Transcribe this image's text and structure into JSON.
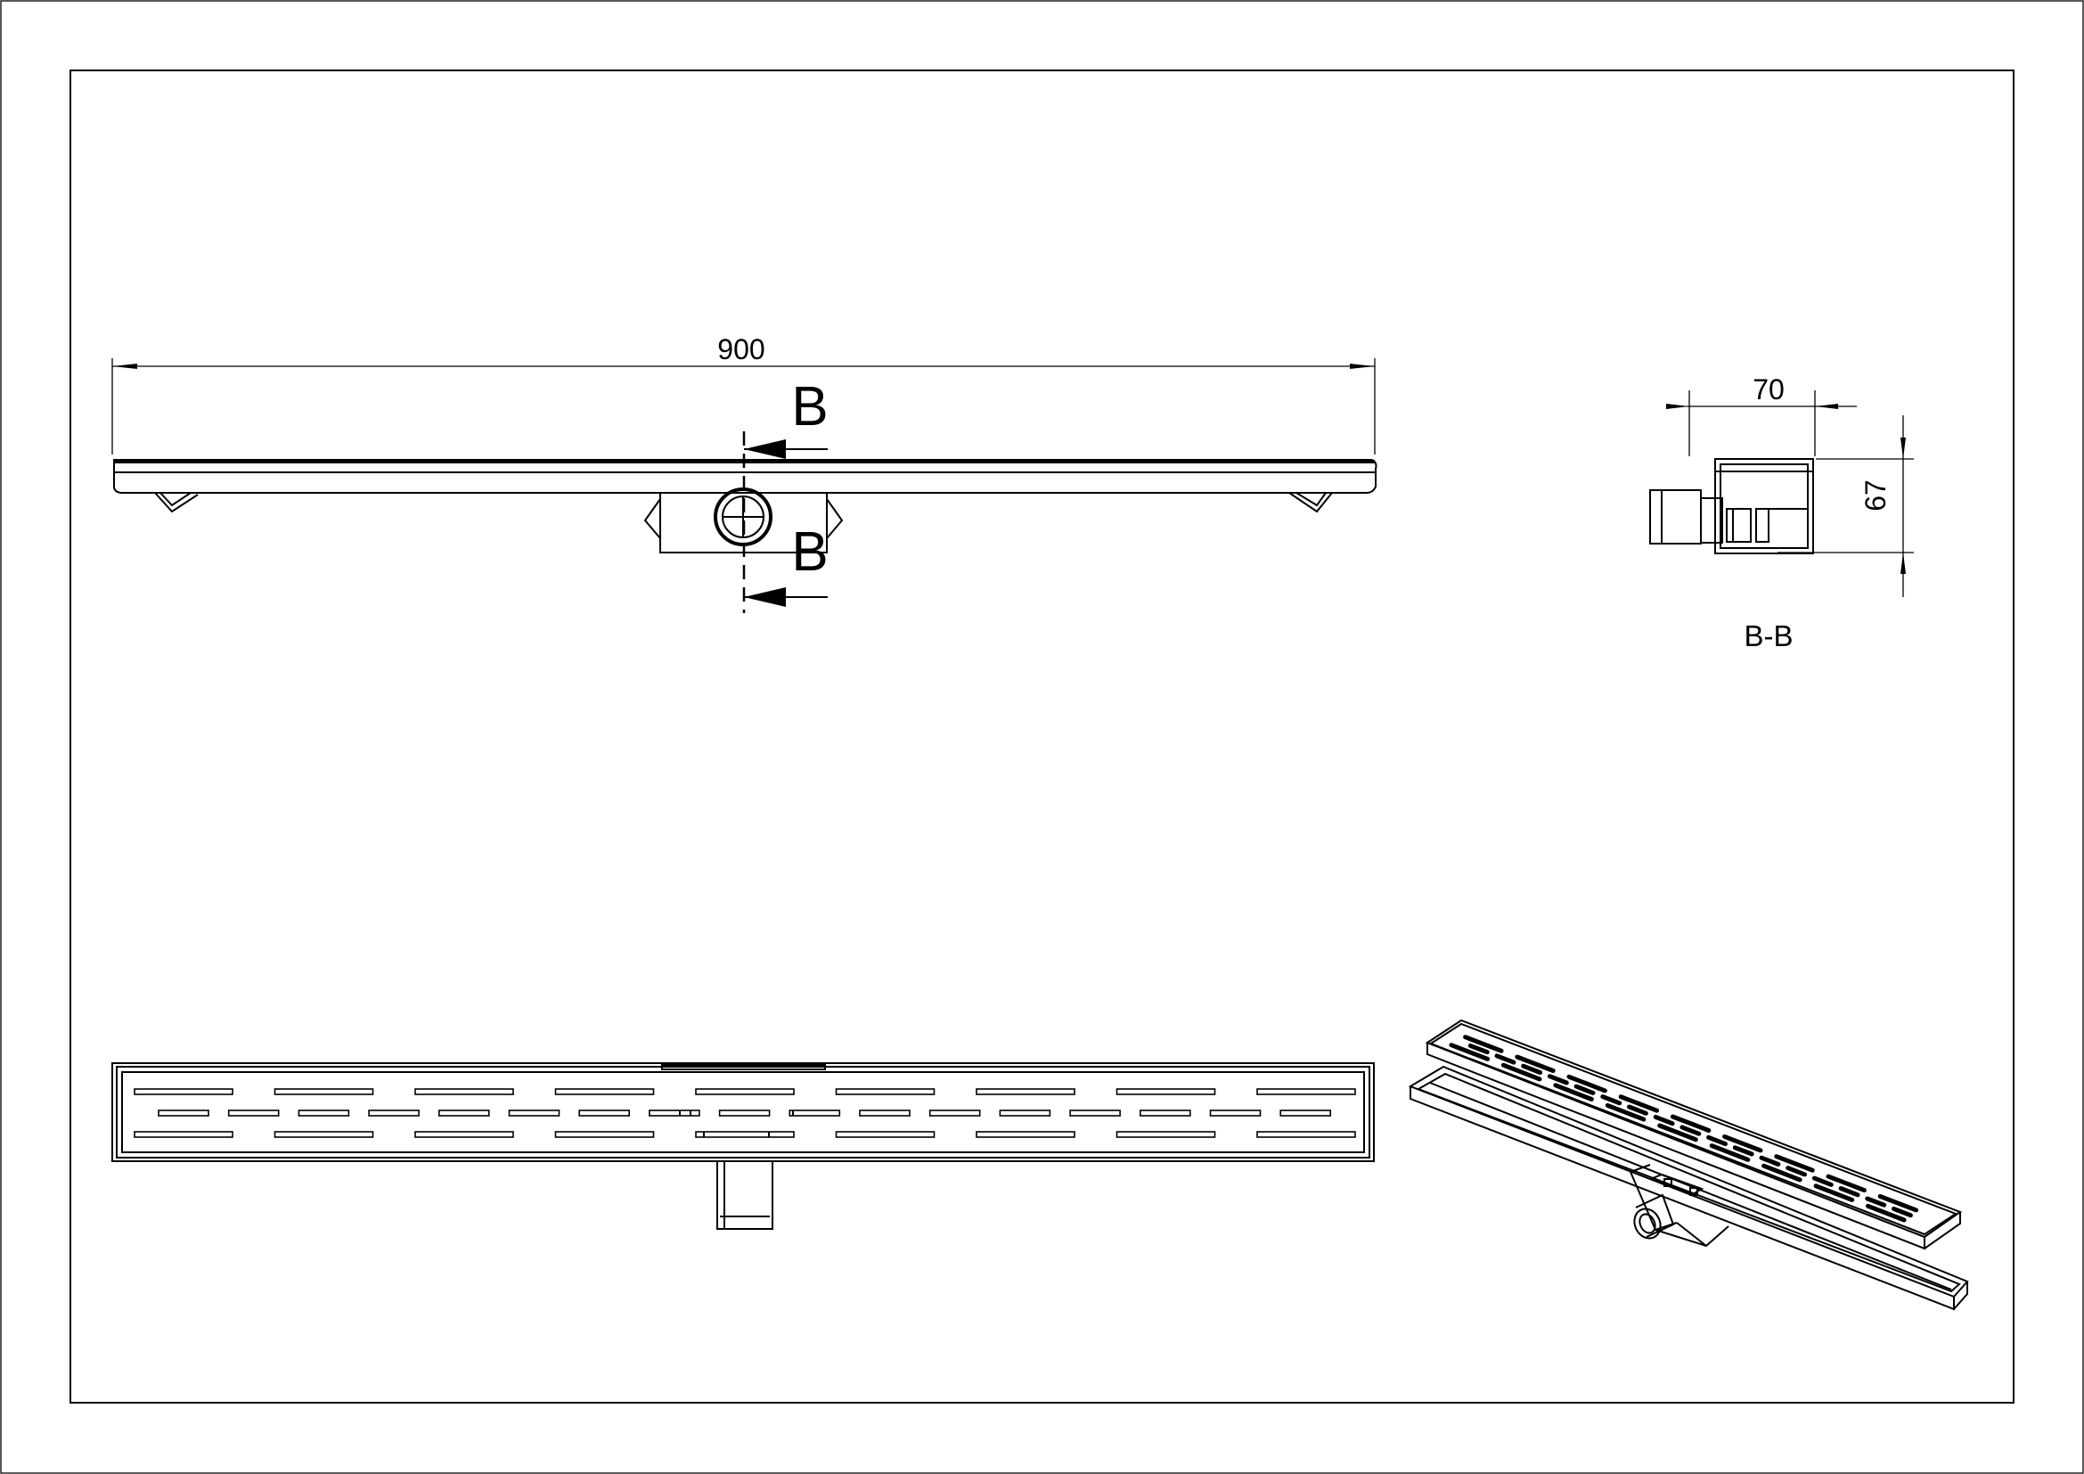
{
  "dimensions": {
    "length": "900",
    "width": "70",
    "height": "67"
  },
  "section": {
    "marker_top": "B",
    "marker_bottom": "B",
    "label": "B-B"
  }
}
